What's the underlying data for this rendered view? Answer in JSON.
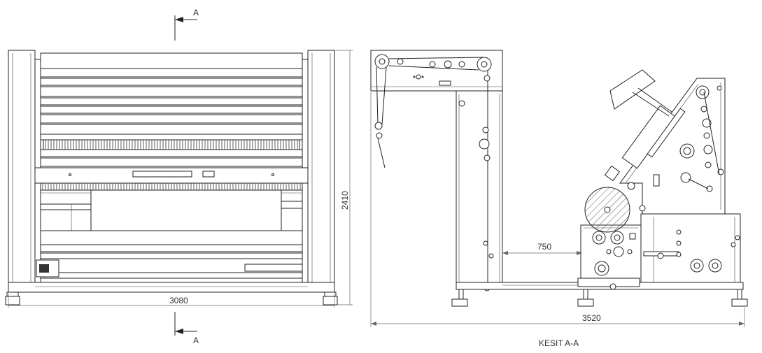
{
  "labels": {
    "section_marker_top": "A",
    "section_marker_bottom": "A",
    "front_width": "3080",
    "front_height": "2410",
    "section_gap": "750",
    "section_width": "3520",
    "section_title": "KESIT A-A"
  },
  "colors": {
    "line": "#222222",
    "dimension": "#666666",
    "background": "#ffffff"
  }
}
